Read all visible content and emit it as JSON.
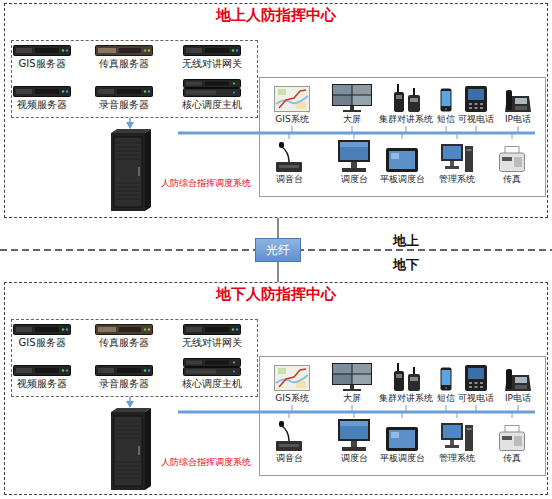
{
  "diagram": {
    "nodes": [
      {
        "text": [
          "地上人防指挥中心"
        ]
      },
      {
        "text": [],
        "in": 0
      },
      {
        "text": [
          "GIS服务器"
        ],
        "in": 1
      },
      {
        "text": [
          "传真服务器"
        ],
        "in": 1
      },
      {
        "text": [
          "无线对讲网关"
        ],
        "in": 1
      },
      {
        "text": [
          "视频服务器"
        ],
        "in": 1
      },
      {
        "text": [
          "录音服务器"
        ],
        "in": 1
      },
      {
        "text": [
          "核心调度主机"
        ],
        "in": 1
      },
      {
        "text": [
          "人防综合指挥调度系统"
        ],
        "in": 0
      },
      {
        "text": [],
        "in": 0
      },
      {
        "text": [
          "GIS系统"
        ],
        "in": 9
      },
      {
        "text": [
          "大屏"
        ],
        "in": 9
      },
      {
        "text": [
          "集群对讲系统"
        ],
        "in": 9
      },
      {
        "text": [
          "短信"
        ],
        "in": 9
      },
      {
        "text": [
          "可视电话"
        ],
        "in": 9
      },
      {
        "text": [
          "IP电话"
        ],
        "in": 9
      },
      {
        "text": [
          "调音台"
        ],
        "in": 9
      },
      {
        "text": [
          "调度台"
        ],
        "in": 9
      },
      {
        "text": [
          "平板调度台"
        ],
        "in": 9
      },
      {
        "text": [
          "管理系统"
        ],
        "in": 9
      },
      {
        "text": [
          "传真"
        ],
        "in": 9
      },
      {
        "text": [
          "光纤"
        ]
      },
      {
        "text": [
          "地下人防指挥中心"
        ]
      },
      {
        "text": [],
        "in": 22
      },
      {
        "text": [
          "GIS服务器"
        ],
        "in": 23
      },
      {
        "text": [
          "传真服务器"
        ],
        "in": 23
      },
      {
        "text": [
          "无线对讲网关"
        ],
        "in": 23
      },
      {
        "text": [
          "视频服务器"
        ],
        "in": 23
      },
      {
        "text": [
          "录音服务器"
        ],
        "in": 23
      },
      {
        "text": [
          "核心调度主机"
        ],
        "in": 23
      },
      {
        "text": [
          "人防综合指挥调度系统"
        ],
        "in": 22
      },
      {
        "text": [],
        "in": 22
      },
      {
        "text": [
          "GIS系统"
        ],
        "in": 31
      },
      {
        "text": [
          "大屏"
        ],
        "in": 31
      },
      {
        "text": [
          "集群对讲系统"
        ],
        "in": 31
      },
      {
        "text": [
          "短信"
        ],
        "in": 31
      },
      {
        "text": [
          "可视电话"
        ],
        "in": 31
      },
      {
        "text": [
          "IP电话"
        ],
        "in": 31
      },
      {
        "text": [
          "调音台"
        ],
        "in": 31
      },
      {
        "text": [
          "调度台"
        ],
        "in": 31
      },
      {
        "text": [
          "平板调度台"
        ],
        "in": 31
      },
      {
        "text": [
          "管理系统"
        ],
        "in": 31
      },
      {
        "text": [
          "传真"
        ],
        "in": 31
      }
    ],
    "edges": [
      {
        "from": 1,
        "to": 8,
        "arrow": "to"
      },
      {
        "from": 23,
        "to": 30,
        "arrow": "to"
      },
      {
        "from": 0,
        "to": 21,
        "arrow": "none"
      },
      {
        "from": 21,
        "to": 22,
        "arrow": "none"
      }
    ],
    "labels": [
      "地上",
      "地下"
    ]
  }
}
